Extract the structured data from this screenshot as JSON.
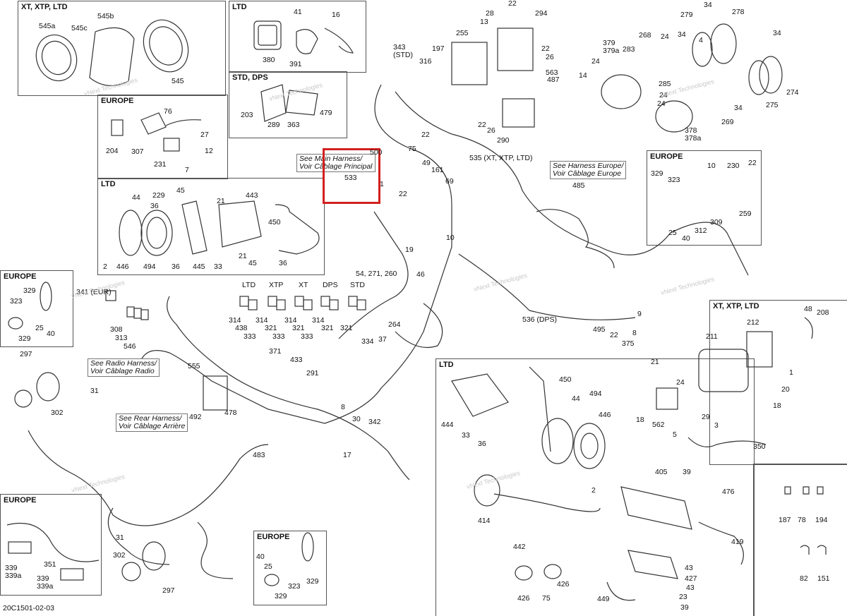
{
  "diagram": {
    "doc_code": "20C1501-02-03",
    "watermark": "vNext Technologies",
    "insets": {
      "xt_xtp_ltd_top": "XT, XTP, LTD",
      "ltd_top": "LTD",
      "std_dps": "STD, DPS",
      "europe_switch": "EUROPE",
      "ltd_speaker": "LTD",
      "europe_right": "EUROPE",
      "europe_left_mid": "EUROPE",
      "europe_left_bottom": "EUROPE",
      "europe_bottom_mid": "EUROPE",
      "ltd_bottom": "LTD",
      "xt_xtp_ltd_winch": "XT, XTP, LTD"
    },
    "notes": {
      "main_harness": "See Main Harness/\nVoir Câblage Principal",
      "harness_europe": "See Harness Europe/\nVoir Câblage Europe",
      "radio_harness": "See Radio Harness/\nVoir Câblage Radio",
      "rear_harness": "See Rear Harness/\nVoir Câblage Arrière"
    },
    "relay_headers": [
      "LTD",
      "XTP",
      "XT",
      "DPS",
      "STD"
    ],
    "labels": [
      "545a",
      "545c",
      "545b",
      "545",
      "41",
      "16",
      "380",
      "391",
      "479",
      "203",
      "289",
      "363",
      "76",
      "27",
      "12",
      "204",
      "307",
      "231",
      "7",
      "229",
      "45",
      "21",
      "443",
      "44",
      "36",
      "450",
      "21",
      "45",
      "36",
      "2",
      "446",
      "494",
      "36",
      "445",
      "33",
      "329",
      "323",
      "25",
      "40",
      "329",
      "341 (EUR)",
      "308",
      "313",
      "546",
      "297",
      "31",
      "302",
      "339\n339a",
      "351",
      "339\n339a",
      "31",
      "302",
      "297",
      "40",
      "25",
      "323",
      "329",
      "329",
      "314",
      "438",
      "333",
      "314",
      "321",
      "333",
      "314",
      "321",
      "333",
      "314",
      "321",
      "321",
      "54, 271, 260",
      "264",
      "37",
      "334",
      "371",
      "433",
      "291",
      "478",
      "483",
      "8",
      "30",
      "342",
      "17",
      "492",
      "555",
      "533",
      "500",
      "75",
      "49",
      "161",
      "69",
      "22",
      "1",
      "19",
      "46",
      "10",
      "343\n(STD)",
      "197",
      "316",
      "22",
      "255",
      "28",
      "13",
      "22",
      "294",
      "487",
      "22",
      "26",
      "563",
      "290",
      "22",
      "26",
      "535 (XT, XTP, LTD)",
      "485",
      "536 (DPS)",
      "34",
      "279",
      "278",
      "34",
      "4",
      "268",
      "24",
      "283",
      "379\n379a",
      "14",
      "24",
      "34",
      "274",
      "275",
      "34",
      "24",
      "24",
      "269",
      "378\n378a",
      "285",
      "10",
      "230",
      "22",
      "329",
      "323",
      "309",
      "312",
      "25",
      "40",
      "259",
      "495",
      "22",
      "9",
      "8",
      "375",
      "48",
      "208",
      "211",
      "212",
      "1",
      "21",
      "24",
      "20",
      "18",
      "18",
      "562",
      "5",
      "29",
      "3",
      "350",
      "450",
      "494",
      "44",
      "446",
      "444",
      "33",
      "36",
      "2",
      "405",
      "39",
      "476",
      "414",
      "419",
      "442",
      "426",
      "426",
      "75",
      "449",
      "23",
      "39",
      "43",
      "427",
      "43",
      "187",
      "78",
      "194",
      "82",
      "151"
    ]
  }
}
